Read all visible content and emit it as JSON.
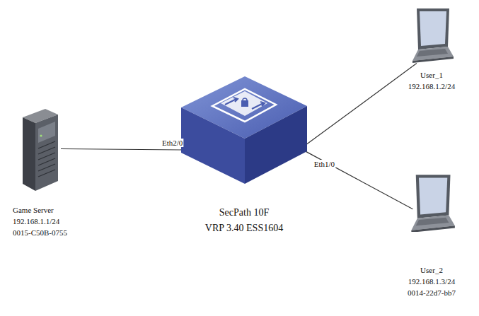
{
  "diagram": {
    "nodes": [
      {
        "text": [
          "Game Server",
          "192.168.1.1/24",
          "0015-C50B-0755"
        ]
      },
      {
        "text": [
          "SecPath 10F",
          "VRP 3.40 ESS1604"
        ]
      },
      {
        "text": [
          "User_1",
          "192.168.1.2/24"
        ]
      },
      {
        "text": [
          "User_2",
          "192.168.1.3/24",
          "0014-22d7-bb7"
        ]
      }
    ],
    "edges": [
      {
        "from": 0,
        "to": 1,
        "arrow": "none",
        "label": "Eth2/0"
      },
      {
        "from": 1,
        "to": 2,
        "arrow": "none"
      },
      {
        "from": 1,
        "to": 3,
        "arrow": "none",
        "label": "Eth1/0"
      }
    ]
  }
}
